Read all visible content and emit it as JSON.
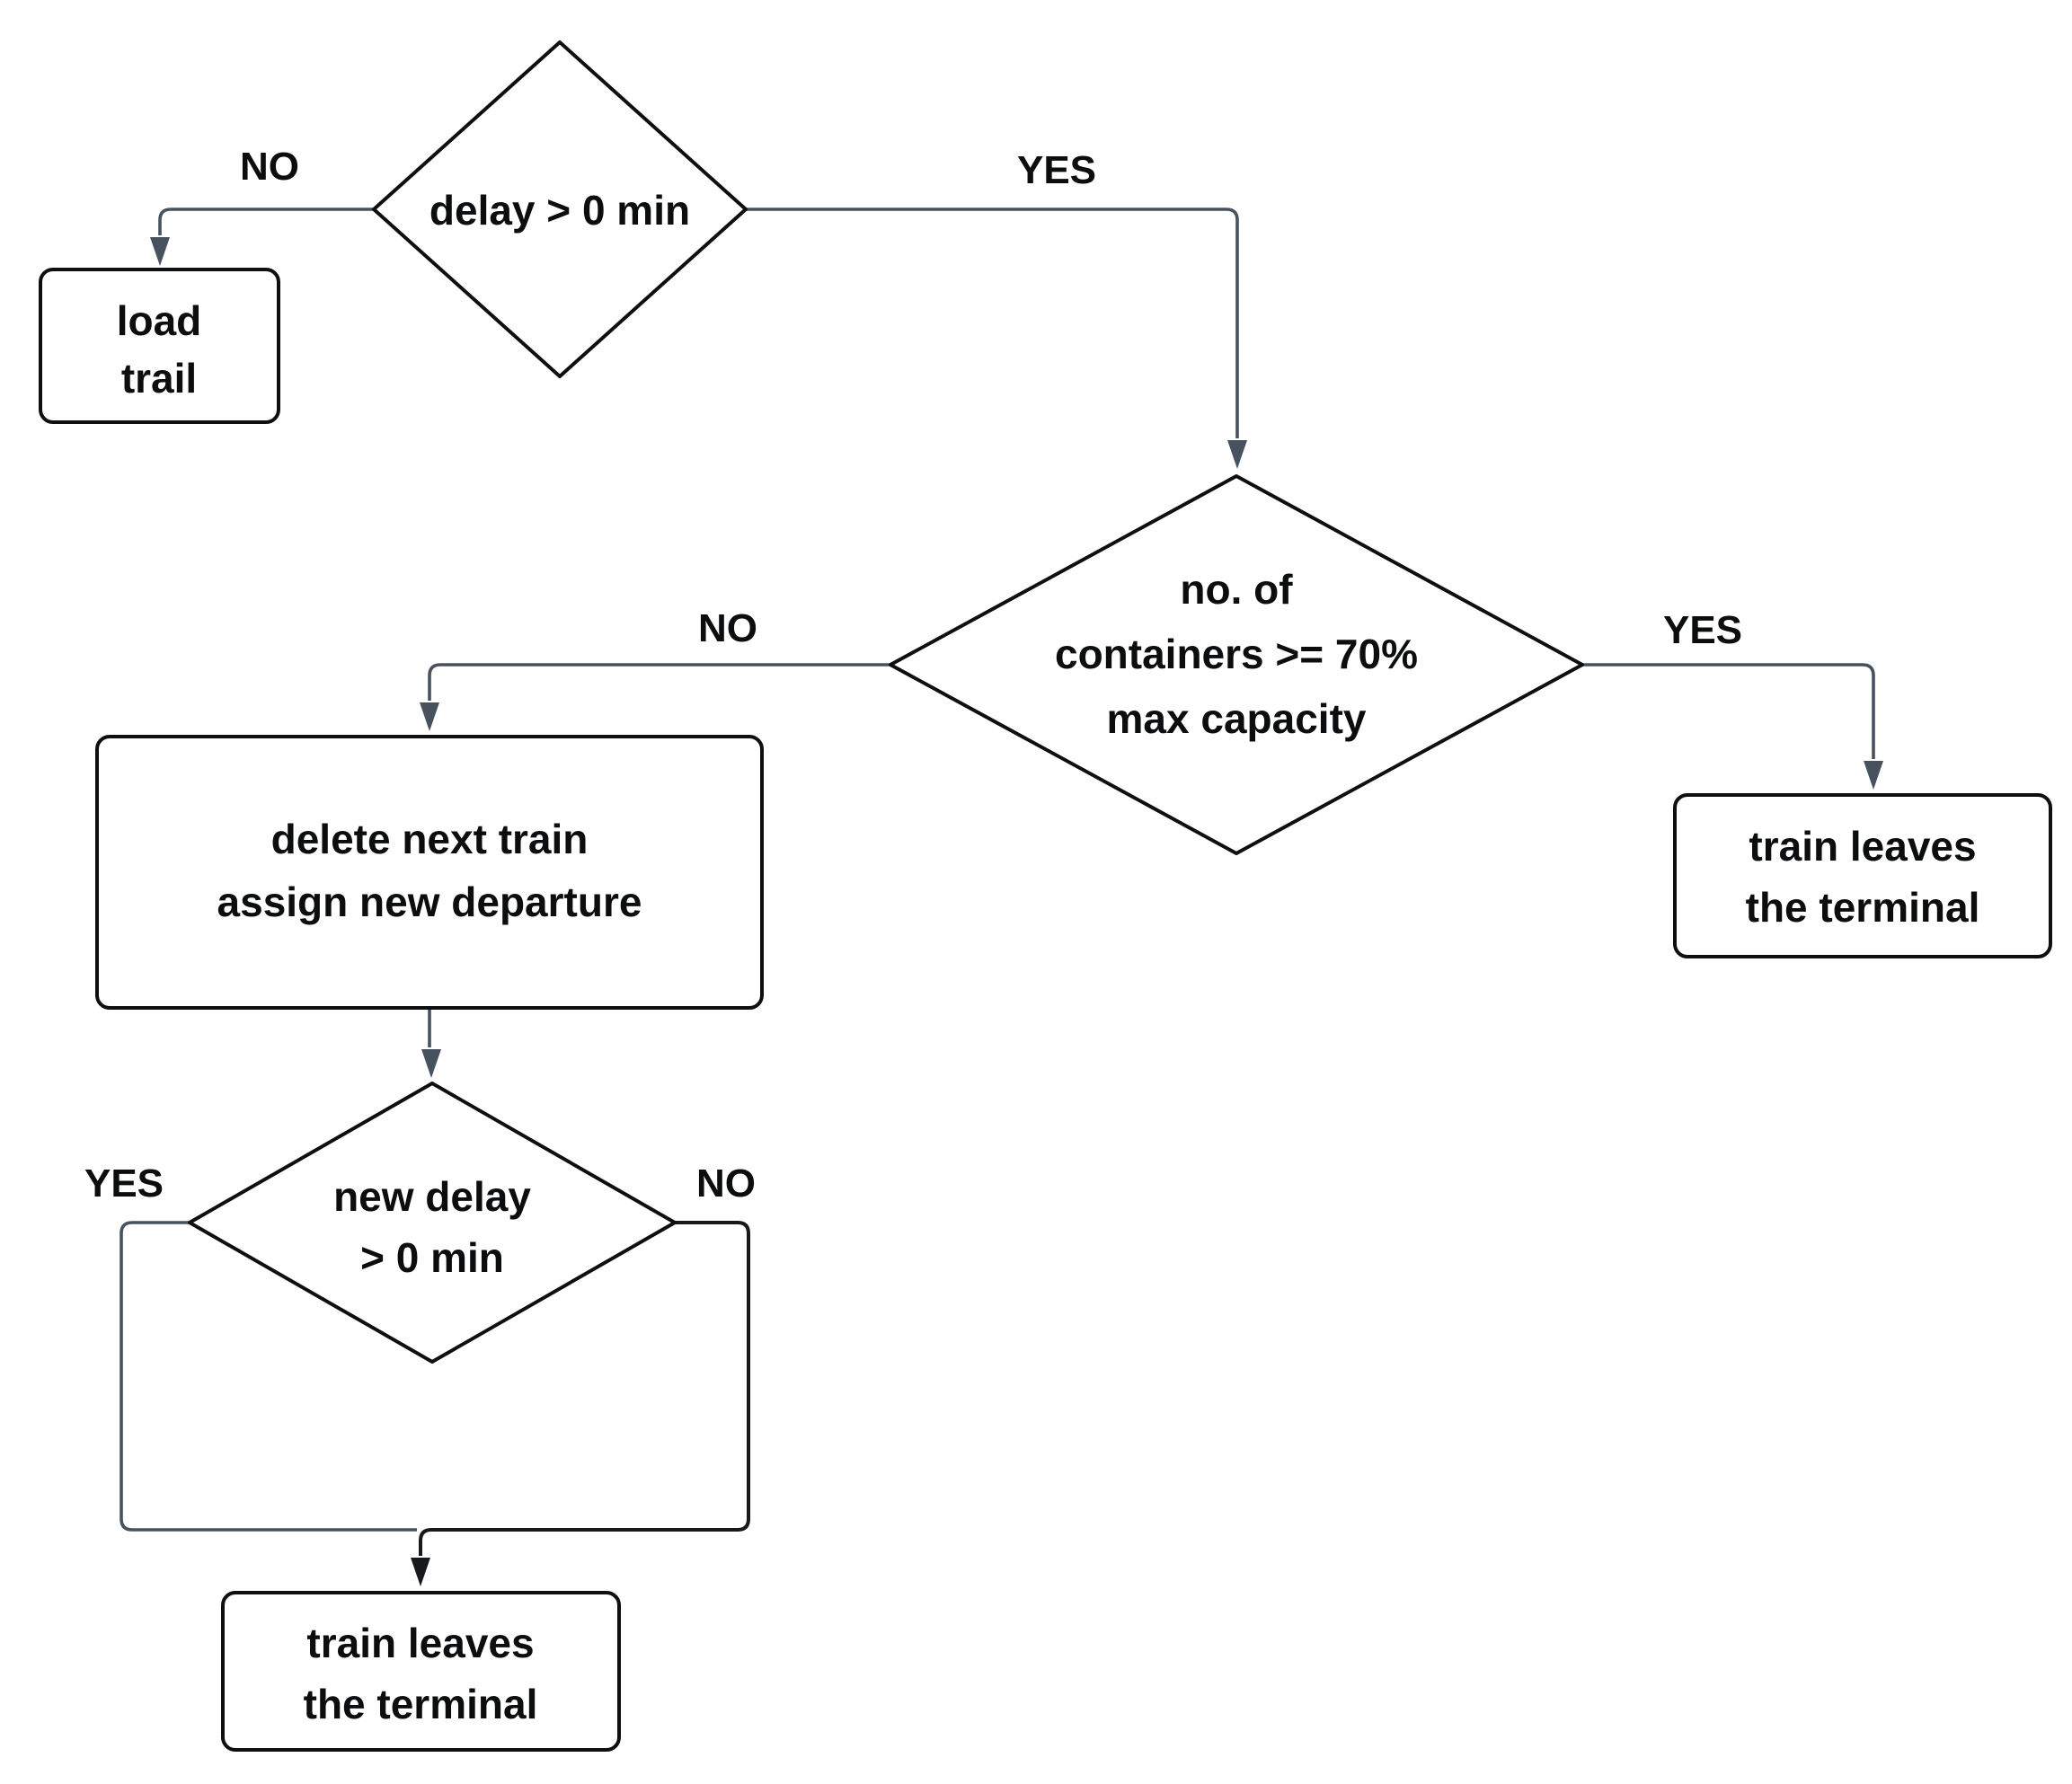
{
  "diagram": {
    "kind": "flowchart",
    "colors": {
      "background": "#ffffff",
      "shape_border": "#0e0f10",
      "connector": "#47525e",
      "connector_dark": "#17191c",
      "text": "#0c0d0e"
    },
    "nodes": {
      "decision_delay": {
        "type": "decision",
        "label": "delay > 0 min"
      },
      "load_trail": {
        "type": "process",
        "line1": "load",
        "line2": "trail"
      },
      "decision_containers": {
        "type": "decision",
        "line1": "no. of",
        "line2": "containers >= 70%",
        "line3": "max capacity"
      },
      "train_leaves_right": {
        "type": "process",
        "line1": "train leaves",
        "line2": "the terminal"
      },
      "delete_train": {
        "type": "process",
        "line1": "delete next train",
        "line2": "assign new departure"
      },
      "decision_new_delay": {
        "type": "decision",
        "line1": "new delay",
        "line2": "> 0 min"
      },
      "train_leaves_bottom": {
        "type": "process",
        "line1": "train leaves",
        "line2": "the terminal"
      }
    },
    "edge_labels": {
      "delay_no": "NO",
      "delay_yes": "YES",
      "containers_no": "NO",
      "containers_yes": "YES",
      "new_delay_yes": "YES",
      "new_delay_no": "NO"
    }
  }
}
